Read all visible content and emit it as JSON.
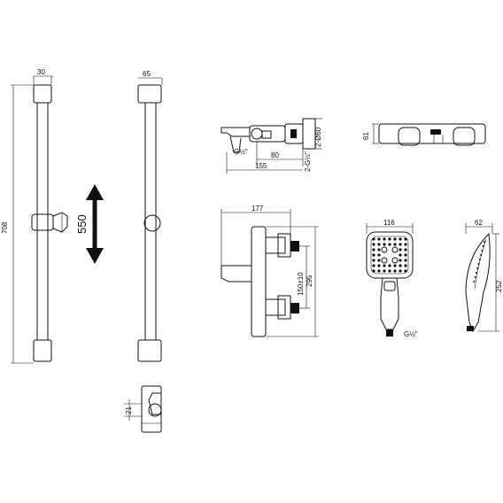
{
  "dimensions": {
    "rail_width": "30",
    "rail_length": "708",
    "bracket_depth": "65",
    "slide_travel": "550",
    "holder_offset": "21",
    "mixer_thread": "G½\"",
    "mixer_outlet_spacing": "80",
    "mixer_total_length": "155",
    "mixer_inlets": "2-Ø60",
    "mixer_inlet_thread": "2-G½\"",
    "mixer_height": "61",
    "vertical_mixer_depth": "177",
    "vertical_mixer_centers": "150±10",
    "vertical_mixer_height": "295",
    "handshower_width": "116",
    "handshower_thread": "G½\"",
    "handshower_depth": "62",
    "handshower_length": "252"
  },
  "colors": {
    "line": "#111111",
    "background": "#ffffff"
  },
  "icons": {
    "travel_arrow": "double-arrow-vertical-icon"
  }
}
